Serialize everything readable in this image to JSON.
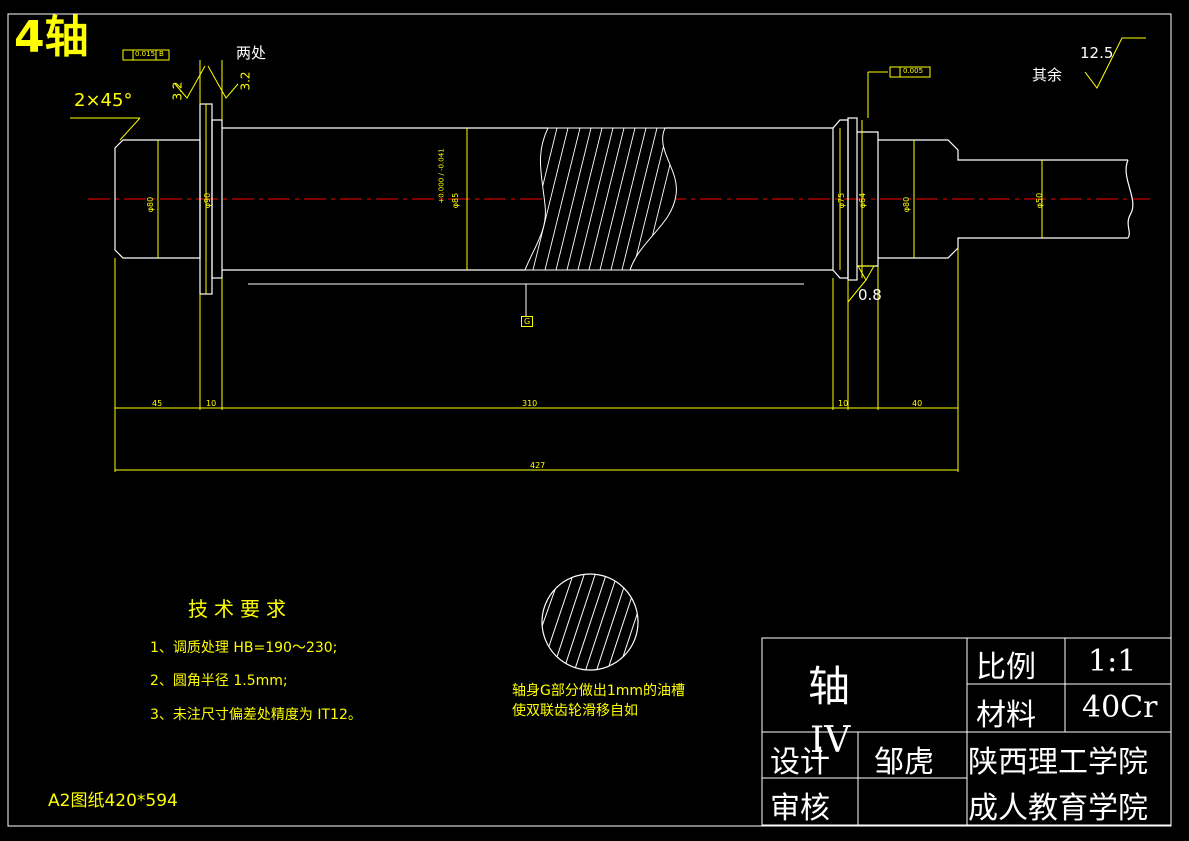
{
  "drawing_title": "4轴",
  "annotations": {
    "chamfer": "2×45°",
    "two_places": "两处",
    "rest": "其余",
    "roughness_rest": "12.5",
    "roughness_32a": "3.2",
    "roughness_32b": "3.2",
    "roughness_08": "0.8",
    "runout_left": "0.015",
    "runout_left_datum": "B",
    "runout_right": "0.005",
    "section_G": "G",
    "dia_left": "φ80",
    "dia_collar": "φ90",
    "dia_body": "φ85",
    "dia_body_tol": "+0.000 / -0.041",
    "dia_right_collar": "φ75",
    "dia_right_neck": "φ64",
    "dia_right": "φ80",
    "dia_end": "φ50",
    "dim_45": "45",
    "dim_10a": "10",
    "dim_310": "310",
    "dim_10b": "10",
    "dim_40": "40",
    "dim_427": "427"
  },
  "requirements": {
    "title": "技术要求",
    "items": [
      "1、调质处理 HB=190～230;",
      "2、圆角半径 1.5mm;",
      "3、未注尺寸偏差处精度为 IT12。"
    ]
  },
  "section_note": "轴身G部分做出1mm的油槽使双联齿轮滑移自如",
  "paper_size": "A2图纸420*594",
  "title_block": {
    "part_name": "轴",
    "part_no": "IV",
    "scale_label": "比例",
    "scale_value": "1:1",
    "material_label": "材料",
    "material_value": "40Cr",
    "design_label": "设计",
    "designer": "邹虎",
    "review_label": "审核",
    "school_1": "陕西理工学院",
    "school_2": "成人教育学院"
  },
  "colors": {
    "outline": "#ffffff",
    "dimension": "#ffff00",
    "centerline": "#ff0000",
    "background": "#000000"
  }
}
